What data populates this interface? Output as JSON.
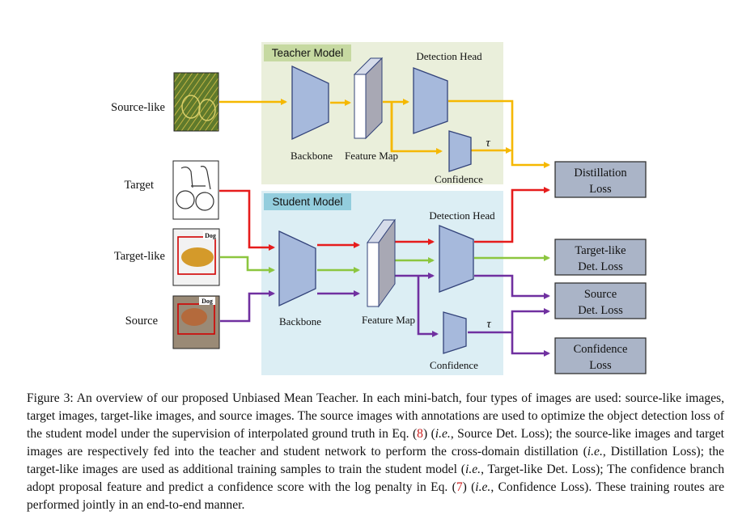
{
  "figure": {
    "panels": {
      "teacher_title": "Teacher Model",
      "student_title": "Student Model"
    },
    "inputs": {
      "source_like": "Source-like",
      "target": "Target",
      "target_like": "Target-like",
      "source": "Source"
    },
    "thumbnail_tags": {
      "target_like_tag": "Dog",
      "source_tag": "Dog"
    },
    "teacher": {
      "backbone": "Backbone",
      "feature_map": "Feature Map",
      "detection_head": "Detection Head",
      "confidence": "Confidence",
      "tau": "τ"
    },
    "student": {
      "backbone": "Backbone",
      "feature_map": "Feature Map",
      "detection_head": "Detection Head",
      "confidence": "Confidence",
      "tau": "τ"
    },
    "losses": {
      "distillation": [
        "Distillation",
        "Loss"
      ],
      "target_like_det": [
        "Target-like",
        "Det. Loss"
      ],
      "source_det": [
        "Source",
        "Det. Loss"
      ],
      "confidence": [
        "Confidence",
        "Loss"
      ]
    },
    "colors": {
      "teacher_bg": "#eaefdb",
      "teacher_title_bg": "#c6d9a1",
      "student_bg": "#dceef4",
      "student_title_bg": "#93cddd",
      "block_fill": "#a6b9dc",
      "block_stroke": "#33437a",
      "loss_fill": "#aab4c7",
      "arrow_source_like": "#f5b800",
      "arrow_target": "#e61c1c",
      "arrow_target_like": "#8cc63f",
      "arrow_source": "#7030a0"
    }
  },
  "caption": {
    "label": "Figure 3:",
    "part1": "An overview of our proposed Unbiased Mean Teacher. In each mini-batch, four types of images are used: source-like images, target images, target-like images, and source images. The source images with annotations are used to optimize the object detection loss of the student model under the supervision of interpolated ground truth in Eq. (",
    "ref1": "8",
    "part2": ") (",
    "ie1": "i.e.",
    "part3": ", Source Det. Loss); the source-like images and target images are respectively fed into the teacher and student network to perform the cross-domain distillation (",
    "ie2": "i.e.",
    "part4": ", Distillation Loss); the target-like images are used as additional training samples to train the student model (",
    "ie3": "i.e.",
    "part5": ", Target-like Det. Loss); The confidence branch adopt proposal feature and predict a confidence score with the log penalty in Eq. (",
    "ref2": "7",
    "part6": ") (",
    "ie4": "i.e.",
    "part7": ", Confidence Loss). These training routes are performed jointly in an end-to-end manner."
  }
}
